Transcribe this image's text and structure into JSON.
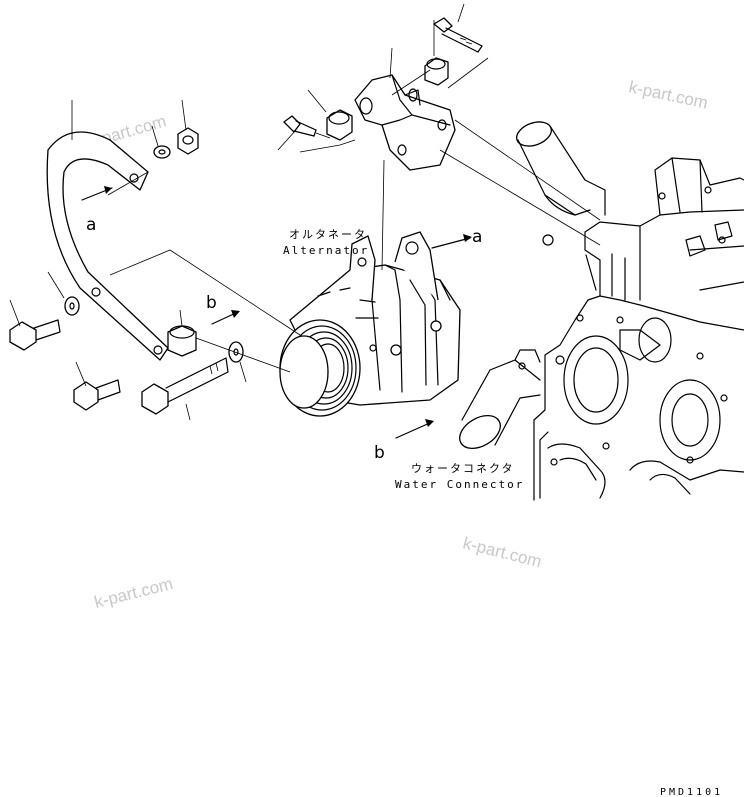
{
  "labels": {
    "alternator_jp": "オルタネータ",
    "alternator_en": "Alternator",
    "water_connector_jp": "ウォータコネクタ",
    "water_connector_en": "Water Connector",
    "arrow_a": "a",
    "arrow_b": "b",
    "drawing_code": "PMD1101"
  },
  "watermark": {
    "text": "k-part.com",
    "color": "#c8c8c8"
  }
}
